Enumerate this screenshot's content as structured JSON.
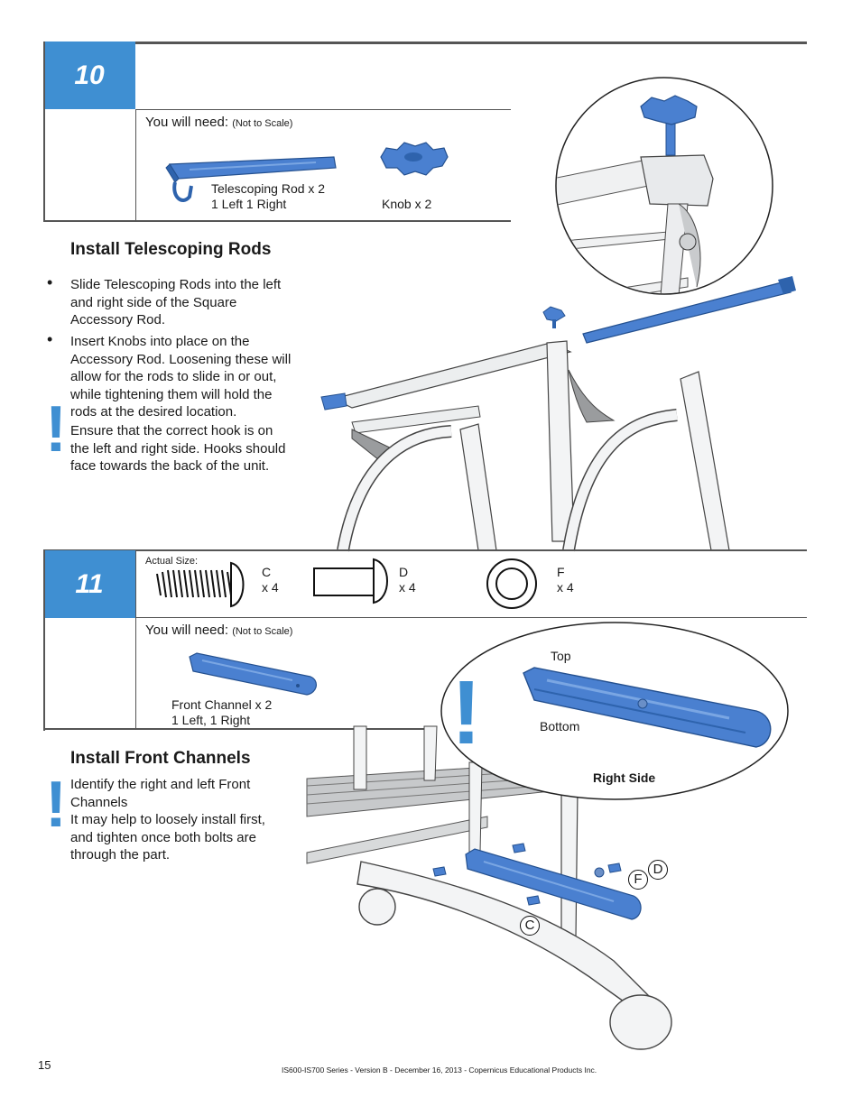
{
  "step10": {
    "number": "10",
    "you_will_need": "You will need:",
    "not_to_scale": "(Not to Scale)",
    "parts": [
      {
        "label_line1": "Telescoping Rod x 2",
        "label_line2": "1 Left  1 Right"
      },
      {
        "label_line1": "Knob x 2",
        "label_line2": ""
      }
    ],
    "heading": "Install Telescoping Rods",
    "bullets": [
      "Slide Telescoping Rods into the left and right side of the Square Accessory Rod.",
      "Insert Knobs into place on the Accessory Rod. Loosening these will allow for the rods to slide in or out, while tightening them will hold the rods at the desired location."
    ],
    "warning_lines": [
      "Ensure that the correct hook is on",
      "the left and right side.  Hooks should",
      "face towards the back of the unit."
    ],
    "bullet_lines": [
      [
        "Slide Telescoping Rods into the left",
        "and right side of the Square",
        "Accessory Rod."
      ],
      [
        "Insert Knobs into place on the",
        "Accessory Rod. Loosening these will",
        "allow for the rods to slide in or out,",
        "while tightening them will hold the",
        "rods at the desired location."
      ]
    ]
  },
  "step11": {
    "number": "11",
    "actual_size": "Actual Size:",
    "hardware": [
      {
        "letter": "C",
        "qty": "x 4"
      },
      {
        "letter": "D",
        "qty": "x 4"
      },
      {
        "letter": "F",
        "qty": "x 4"
      }
    ],
    "you_will_need": "You will need:",
    "not_to_scale": "(Not to Scale)",
    "part_line1": "Front Channel x 2",
    "part_line2": "1 Left, 1 Right",
    "callout": {
      "top": "Top",
      "bottom": "Bottom",
      "side": "Right Side"
    },
    "heading": "Install Front Channels",
    "warning_lines": [
      "Identify the right and left Front",
      "Channels",
      "It may help to loosely install first,",
      "and tighten once both bolts are",
      "through the part."
    ],
    "diagram_labels": {
      "c": "C",
      "d": "D",
      "f": "F"
    }
  },
  "footer": {
    "page_number": "15",
    "doc_info": "IS600-IS700 Series - Version B - December 16, 2013 - Copernicus Educational Products Inc."
  },
  "colors": {
    "accent": "#3f8fd2",
    "part_blue": "#4a80d0",
    "frame": "#cfd3d6"
  }
}
